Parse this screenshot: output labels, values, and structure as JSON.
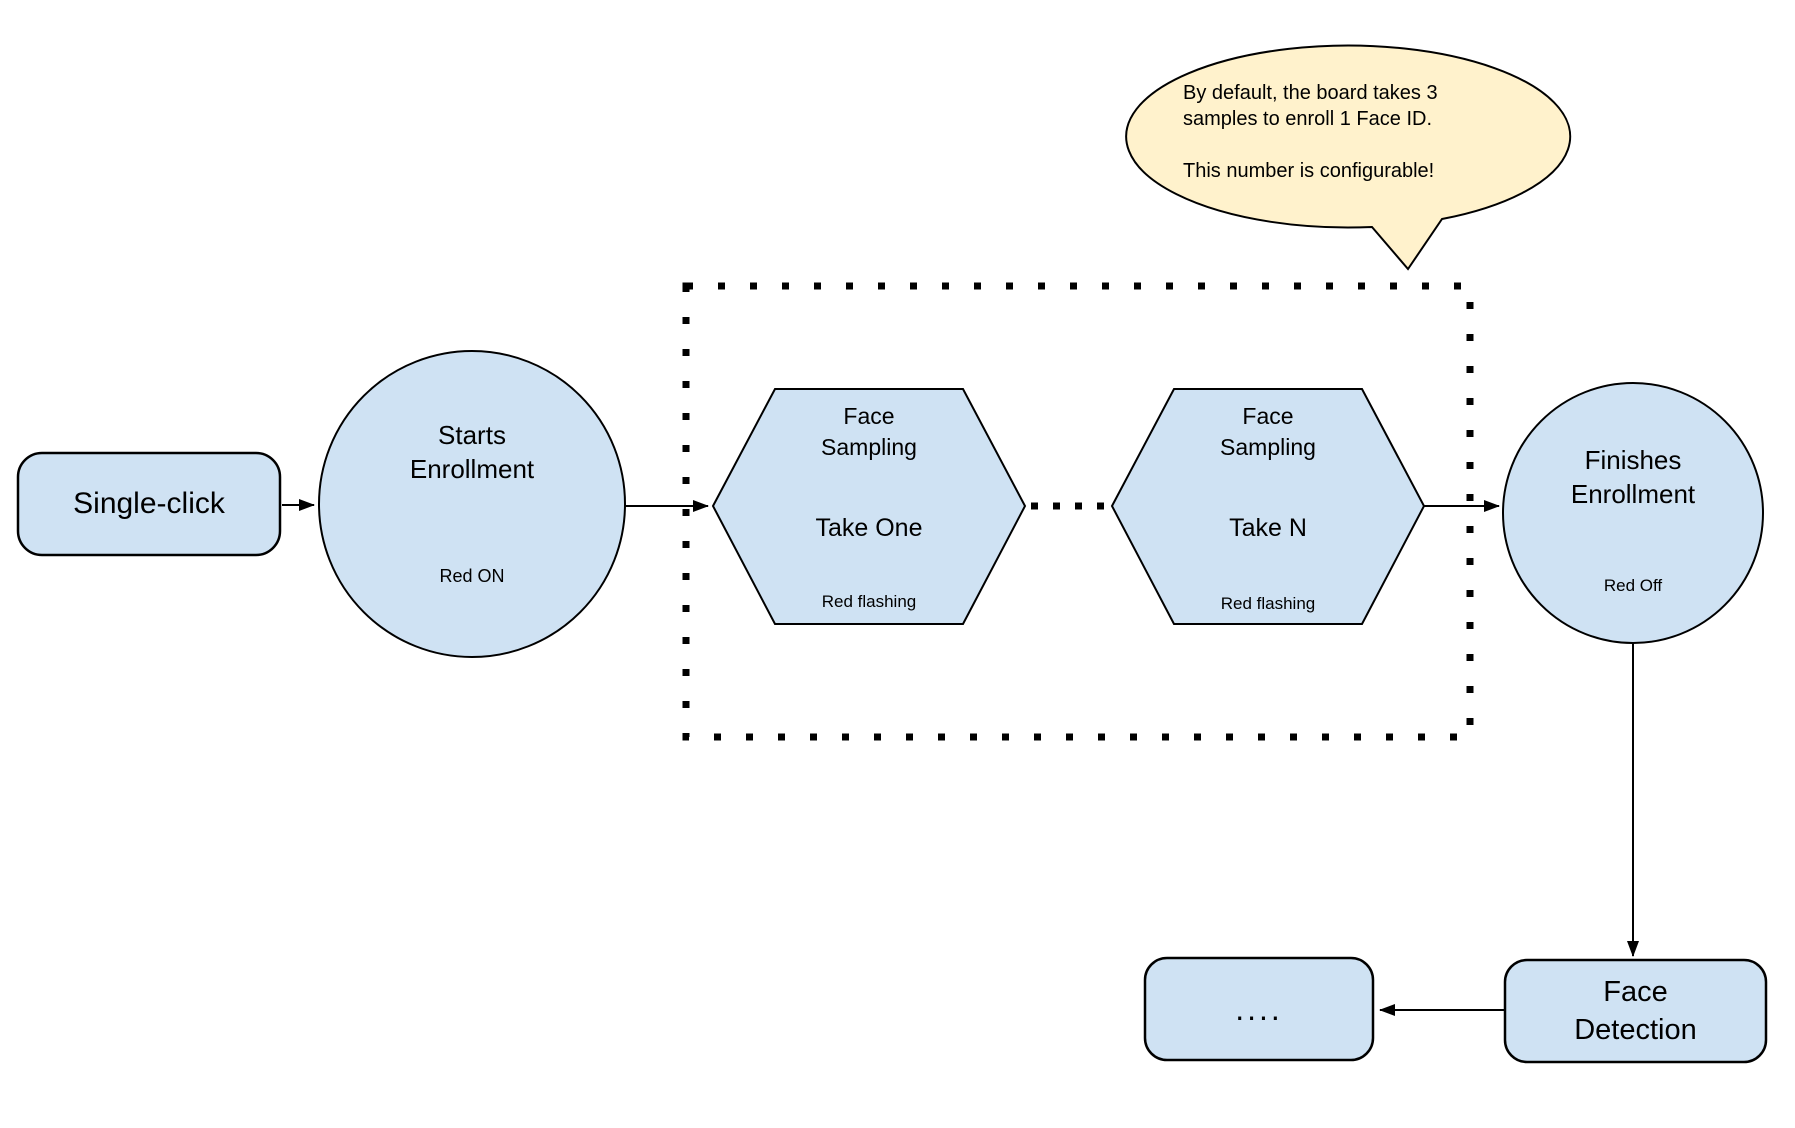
{
  "diagram": {
    "title_hint": "Face ID enrollment flow",
    "colors": {
      "node_fill": "#cfe2f3",
      "node_stroke": "#000000",
      "callout_fill": "#fff2cc",
      "background": "#ffffff"
    },
    "nodes": {
      "single_click": {
        "label": "Single-click"
      },
      "starts_enrollment": {
        "title": "Starts\nEnrollment",
        "status": "Red ON"
      },
      "sampling_one": {
        "title": "Face\nSampling",
        "take": "Take One",
        "status": "Red flashing"
      },
      "sampling_n": {
        "title": "Face\nSampling",
        "take": "Take N",
        "status": "Red flashing"
      },
      "finishes_enrollment": {
        "title": "Finishes\nEnrollment",
        "status": "Red Off"
      },
      "ellipsis_box": {
        "label": "...."
      },
      "face_detection": {
        "label": "Face\nDetection"
      }
    },
    "callout": {
      "text": "By default, the board takes 3\nsamples to enroll 1 Face ID.\n\nThis number is configurable!"
    }
  }
}
